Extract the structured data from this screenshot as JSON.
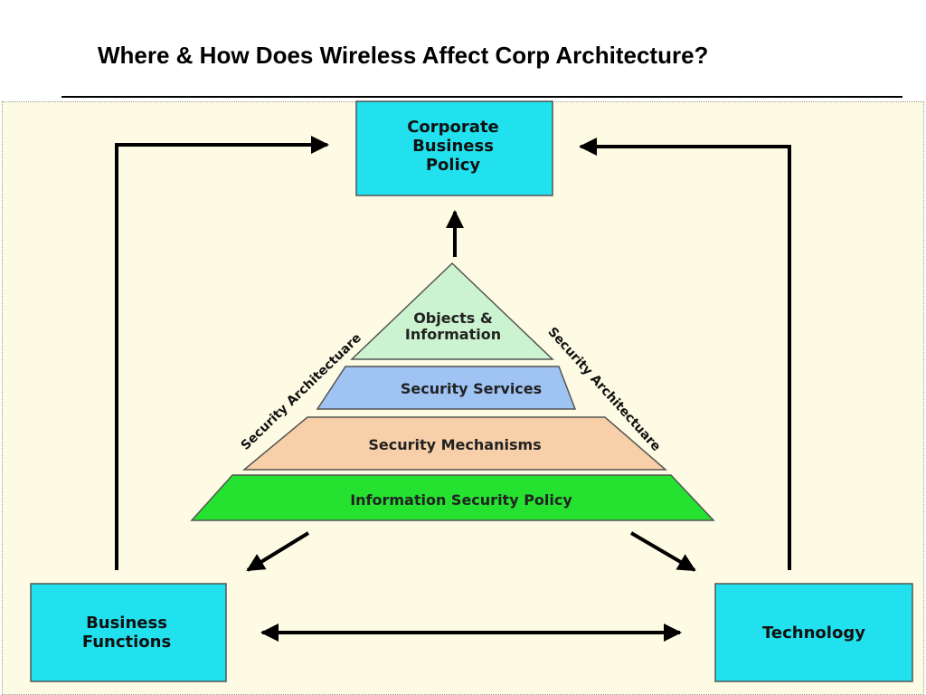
{
  "slide": {
    "title": "Where & How Does Wireless Affect Corp Architecture?"
  },
  "diagram": {
    "boxes": {
      "corporate_policy": {
        "line1": "Corporate",
        "line2": "Business",
        "line3": "Policy"
      },
      "business_functions": {
        "line1": "Business",
        "line2": "Functions"
      },
      "technology": {
        "line1": "Technology"
      }
    },
    "pyramid": {
      "objects": {
        "line1": "Objects &",
        "line2": "Information"
      },
      "services": "Security Services",
      "mechanisms": "Security Mechanisms",
      "policy": "Information Security Policy"
    },
    "side_labels": {
      "left": "Security Architectuare",
      "right": "Security Architectuare"
    },
    "colors": {
      "box_fill": "#22e1ef",
      "objects_fill": "#ccf3cf",
      "services_fill": "#9fc3f3",
      "mechanisms_fill": "#f7cfa8",
      "policy_fill": "#25e231",
      "background": "#fdfbe3"
    }
  }
}
